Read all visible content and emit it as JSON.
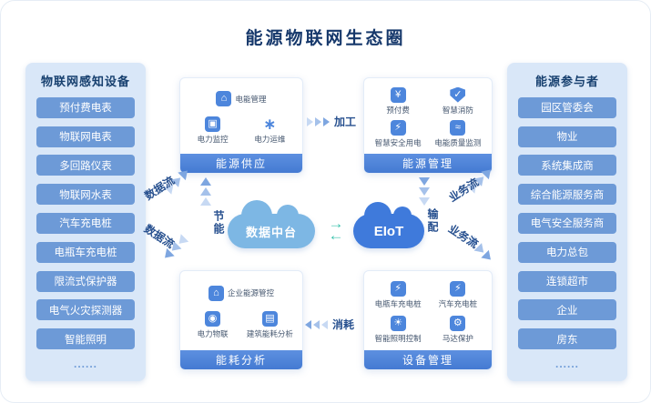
{
  "title": "能源物联网生态圈",
  "left_panel": {
    "header": "物联网感知设备",
    "items": [
      "预付费电表",
      "物联网电表",
      "多回路仪表",
      "物联网水表",
      "汽车充电桩",
      "电瓶车充电桩",
      "限流式保护器",
      "电气火灾探测器",
      "智能照明",
      "......"
    ]
  },
  "right_panel": {
    "header": "能源参与者",
    "items": [
      "园区管委会",
      "物业",
      "系统集成商",
      "综合能源服务商",
      "电气安全服务商",
      "电力总包",
      "连锁超市",
      "企业",
      "房东",
      "......"
    ]
  },
  "modules": {
    "supply": {
      "title": "能源供应",
      "features": [
        {
          "label": "电能管理",
          "icon": "energy-management-icon",
          "glyph": "⌂"
        },
        {
          "label": "电力监控",
          "icon": "power-monitoring-icon",
          "glyph": "▣"
        },
        {
          "label": "电力运维",
          "icon": "power-ops-icon",
          "glyph": "∗"
        }
      ]
    },
    "management": {
      "title": "能源管理",
      "features": [
        {
          "label": "预付费",
          "icon": "prepaid-icon",
          "glyph": "¥"
        },
        {
          "label": "智慧消防",
          "icon": "fire-safety-shield-icon",
          "glyph": "✓"
        },
        {
          "label": "智慧安全用电",
          "icon": "safe-electricity-icon",
          "glyph": "⚡"
        },
        {
          "label": "电能质量监测",
          "icon": "power-quality-icon",
          "glyph": "≈"
        }
      ]
    },
    "analysis": {
      "title": "能耗分析",
      "features": [
        {
          "label": "企业能源管控",
          "icon": "enterprise-energy-icon",
          "glyph": "⌂"
        },
        {
          "label": "电力物联",
          "icon": "power-iot-globe-icon",
          "glyph": "◉"
        },
        {
          "label": "建筑能耗分析",
          "icon": "building-energy-icon",
          "glyph": "▤"
        }
      ]
    },
    "device": {
      "title": "设备管理",
      "features": [
        {
          "label": "电瓶车充电桩",
          "icon": "ebike-charger-icon",
          "glyph": "⚡"
        },
        {
          "label": "汽车充电桩",
          "icon": "car-charger-icon",
          "glyph": "⚡"
        },
        {
          "label": "智能照明控制",
          "icon": "smart-lighting-icon",
          "glyph": "☀"
        },
        {
          "label": "马达保护",
          "icon": "motor-protection-icon",
          "glyph": "⚙"
        }
      ]
    }
  },
  "center": {
    "data_platform": "数据中台",
    "eiot": "EIoT"
  },
  "icons": {
    "exchange_right": "→",
    "exchange_left": "←"
  },
  "flows": {
    "processing": "加工",
    "energy_saving": "节能",
    "transmission": "输配",
    "consumption": "消耗",
    "data_flow_upper": "数据流",
    "data_flow_lower": "数据流",
    "business_flow_upper": "业务流",
    "business_flow_lower": "业务流"
  },
  "colors": {
    "title": "#16386b",
    "panel_bg": "#d9e7f8",
    "pill": "#6d9ad7",
    "module_header": "#447ad2",
    "icon_blue": "#4d86dc",
    "data_cloud": "#7db7e4",
    "eiot_cloud": "#3f7adb",
    "exchange_teal": "#3cc3ad"
  }
}
